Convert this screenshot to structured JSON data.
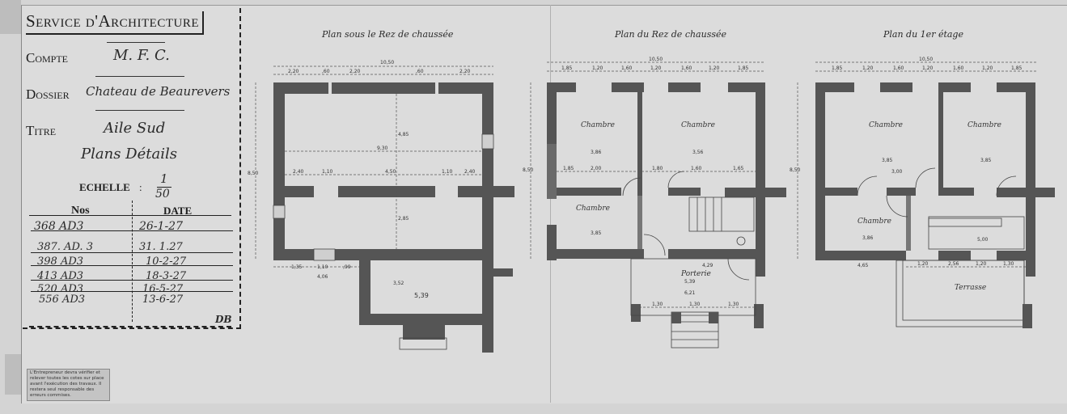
{
  "cartouche": {
    "header": "Service d'Architecture",
    "compte_label": "Compte",
    "compte_value": "M. F. C.",
    "dossier_label": "Dossier",
    "dossier_value": "Chateau de Beaurevers",
    "titre_label": "Titre",
    "titre_value_1": "Aile Sud",
    "titre_value_2": "Plans Détails",
    "echelle_label": "Echelle",
    "echelle_num": "1",
    "echelle_den": "50",
    "no_header": "Nos",
    "date_header": "Date",
    "rows": [
      {
        "no": "368 AD3",
        "date": "26-1-27"
      },
      {
        "no": "387. AD. 3",
        "date": "31. 1.27"
      },
      {
        "no": "398 AD3",
        "date": "10-2-27"
      },
      {
        "no": "413 AD3",
        "date": "18-3-27"
      },
      {
        "no": "520 AD3",
        "date": "16-5-27"
      },
      {
        "no": "556 AD3",
        "date": "13-6-27"
      }
    ],
    "initials": "DB"
  },
  "stamp_text": "L'Entrepreneur devra vérifier et relever toutes les cotes sur place avant l'exécution des travaux. Il restera seul responsable des erreurs commises.",
  "plans": {
    "basement_title": "Plan sous le Rez de chaussée",
    "ground_title": "Plan du Rez de chaussée",
    "upper_title": "Plan du 1er étage"
  },
  "dims": {
    "total": "10,50",
    "b_top": [
      "2,20",
      ",60",
      "2,20",
      ",60",
      "2,20"
    ],
    "b_inner_w": "9,30",
    "b_mid": [
      "2,40",
      "1,10",
      "4,50",
      "1,10",
      "2,40"
    ],
    "b_h1": "4,85",
    "b_h2": "2,85",
    "b_ext": "5,39",
    "b_ext_h": "3,52",
    "b_bottom": [
      "1,35",
      "1,10",
      ",99"
    ],
    "b_bottom2": "4,06",
    "left_h": "8,50",
    "g_top": [
      "1,85",
      "1,20",
      "1,60",
      "1,20",
      "1,60",
      "1,20",
      "1,85"
    ],
    "room_w": "3,86",
    "room_w2": "3,56",
    "g_mid": [
      "1,85",
      "2,00",
      "1,80",
      "1,60",
      "1,65"
    ],
    "g_bottom": "3,85",
    "g_low": [
      "4,29",
      "5,39",
      "6,21"
    ],
    "g_steps": [
      "1,30",
      "1,30",
      "1,30"
    ],
    "u_room_w": "3,85",
    "u_room_w2": "3,85",
    "u_ter_dims": [
      "1,20",
      "2,56",
      "1,20",
      "1,30"
    ],
    "u_bottom": "4,65",
    "u_stair": "5,00",
    "u_room_lbl_w": "3,86",
    "u_bath": "3,00"
  },
  "rooms": {
    "chambre": "Chambre",
    "porterie": "Porterie",
    "terrasse": "Terrasse"
  }
}
